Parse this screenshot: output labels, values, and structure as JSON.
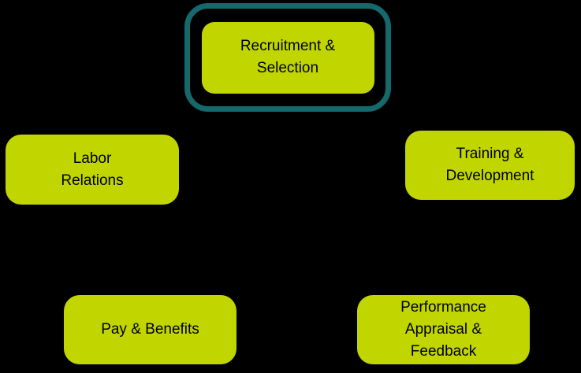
{
  "canvas": {
    "background": "#000000"
  },
  "colors": {
    "node_fill": "#c1d500",
    "node_text": "#000000",
    "highlight_border": "#15696d"
  },
  "diagram": {
    "description": "Five rounded rectangle nodes on a black background; the top node is emphasized with a teal rounded-rectangle outline.",
    "nodes": [
      {
        "id": "recruitment-selection",
        "label": "Recruitment &\nSelection",
        "highlighted": true
      },
      {
        "id": "labor-relations",
        "label": "Labor\nRelations",
        "highlighted": false
      },
      {
        "id": "training-development",
        "label": "Training &\nDevelopment",
        "highlighted": false
      },
      {
        "id": "pay-benefits",
        "label": "Pay & Benefits",
        "highlighted": false
      },
      {
        "id": "performance-appraisal-feedback",
        "label": "Performance\nAppraisal &\nFeedback",
        "highlighted": false
      }
    ]
  }
}
